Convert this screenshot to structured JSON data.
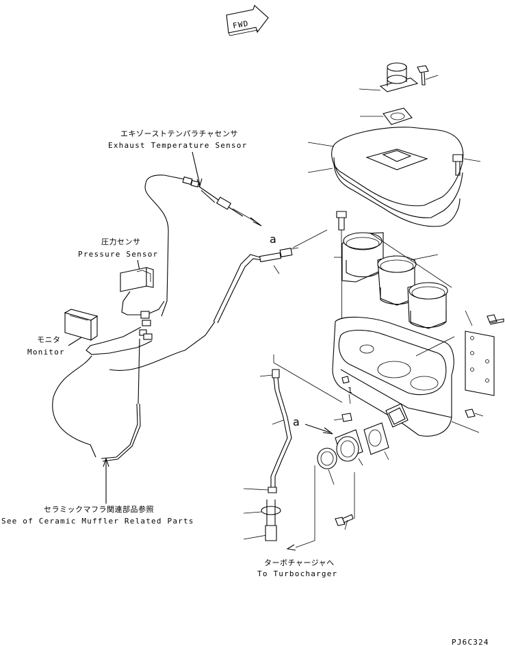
{
  "fwd_label": "FWD",
  "labels": {
    "exhaust_temp_jp": "エキゾーストテンパラチャセンサ",
    "exhaust_temp_en": "Exhaust Temperature Sensor",
    "pressure_jp": "圧力センサ",
    "pressure_en": "Pressure Sensor",
    "monitor_jp": "モニタ",
    "monitor_en": "Monitor",
    "ceramic_jp": "セラミックマフラ関連部品参照",
    "ceramic_en": "See of Ceramic Muffler Related Parts",
    "turbo_jp": "ターボチャージャへ",
    "turbo_en": "To Turbocharger"
  },
  "markers": {
    "a_upper": "a",
    "a_lower": "a",
    "index_1": "1"
  },
  "drawing_code": "PJ6C324"
}
